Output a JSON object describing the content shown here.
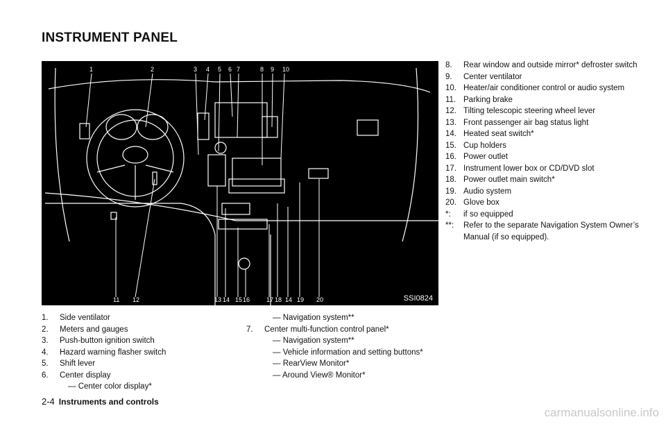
{
  "heading": "INSTRUMENT PANEL",
  "figure": {
    "code": "SSI0824",
    "top_labels": [
      "1",
      "2",
      "3",
      "4",
      "5",
      "6",
      "7",
      "8",
      "9",
      "10"
    ],
    "bottom_labels": [
      "11",
      "12",
      "13",
      "14",
      "15",
      "16",
      "17",
      "18",
      "14",
      "19",
      "20"
    ]
  },
  "left_items": [
    {
      "num": "1.",
      "text": "Side ventilator"
    },
    {
      "num": "2.",
      "text": "Meters and gauges"
    },
    {
      "num": "3.",
      "text": "Push-button ignition switch"
    },
    {
      "num": "4.",
      "text": "Hazard warning flasher switch"
    },
    {
      "num": "5.",
      "text": "Shift lever"
    },
    {
      "num": "6.",
      "text": "Center display"
    },
    {
      "num": "",
      "text": "— Center color display*"
    }
  ],
  "mid_items": [
    {
      "num": "",
      "text": "— Navigation system**"
    },
    {
      "num": "7.",
      "text": "Center multi-function control panel*"
    },
    {
      "num": "",
      "text": "— Navigation system**"
    },
    {
      "num": "",
      "text": "— Vehicle information and setting buttons*"
    },
    {
      "num": "",
      "text": "— RearView Monitor*"
    },
    {
      "num": "",
      "text": "— Around View® Monitor*"
    }
  ],
  "right_items": [
    {
      "num": "8.",
      "text": "Rear window and outside mirror* defroster switch"
    },
    {
      "num": "9.",
      "text": "Center ventilator"
    },
    {
      "num": "10.",
      "text": "Heater/air conditioner control or audio system"
    },
    {
      "num": "11.",
      "text": "Parking brake"
    },
    {
      "num": "12.",
      "text": "Tilting telescopic steering wheel lever"
    },
    {
      "num": "13.",
      "text": "Front passenger air bag status light"
    },
    {
      "num": "14.",
      "text": "Heated seat switch*"
    },
    {
      "num": "15.",
      "text": "Cup holders"
    },
    {
      "num": "16.",
      "text": "Power outlet"
    },
    {
      "num": "17.",
      "text": "Instrument lower box or CD/DVD slot"
    },
    {
      "num": "18.",
      "text": "Power outlet main switch*"
    },
    {
      "num": "19.",
      "text": "Audio system"
    },
    {
      "num": "20.",
      "text": "Glove box"
    },
    {
      "num": "*:",
      "text": "if so equipped"
    },
    {
      "num": "**:",
      "text": "Refer to the separate Navigation System Owner’s Manual (if so equipped)."
    }
  ],
  "footer": {
    "page": "2-4",
    "section": "Instruments and controls"
  },
  "watermark": "carmanualsonline.info"
}
